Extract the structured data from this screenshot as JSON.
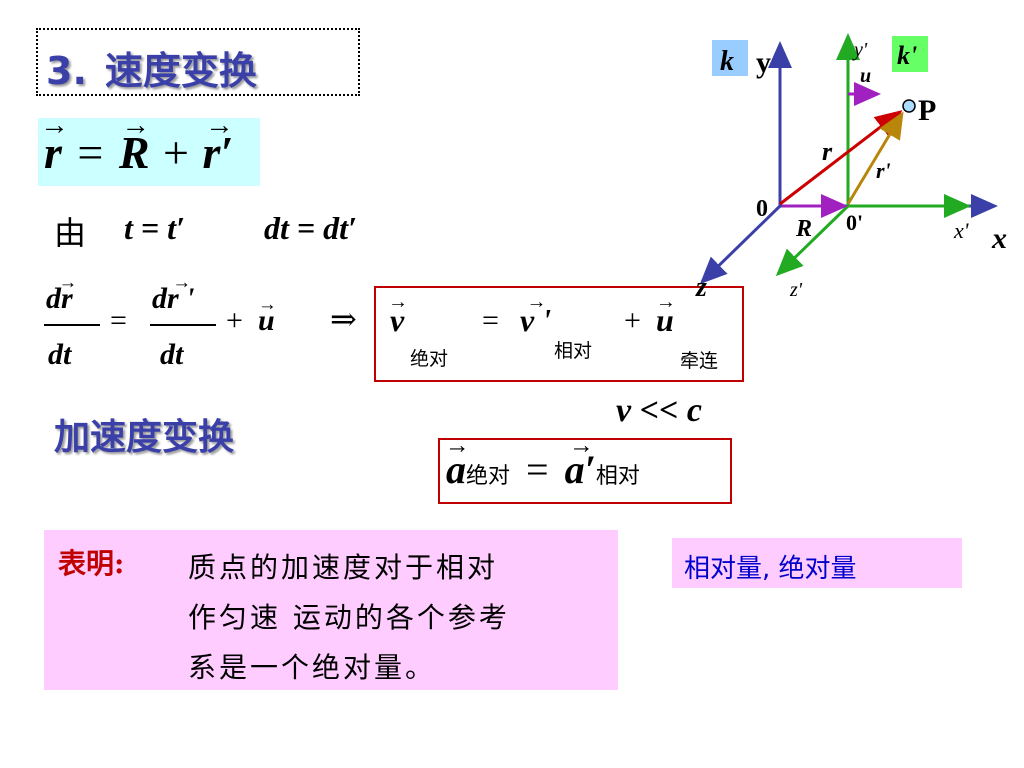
{
  "header": {
    "number": "3.",
    "title": "速度变换"
  },
  "position_relation": {
    "r": "r",
    "equals": "=",
    "R": "R",
    "plus": "+",
    "r_prime": "r′"
  },
  "time_relation": {
    "from": "由",
    "time_eq": "t = t′",
    "dt_eq": "dt = dt′"
  },
  "velocity_relation": {
    "d": "d",
    "r": "r",
    "r_prime": "r '",
    "dt": "dt",
    "equals": "=",
    "plus": "+",
    "u": "u",
    "implies": "⇒",
    "v": "v",
    "v_prime": "v '",
    "absolute": "绝对",
    "relative": "相对",
    "convected": "牵连"
  },
  "condition": "v << c",
  "acceleration": {
    "title": "加速度变换",
    "a": "a",
    "a_prime": "a′",
    "absolute": "绝对",
    "relative": "相对",
    "equals": "="
  },
  "note": {
    "label": "表明:",
    "lines": [
      "质点的加速度对于相对",
      "作匀速 运动的各个参考",
      "系是一个绝对量。"
    ]
  },
  "relative_absolute_label": "相对量, 绝对量",
  "diagram": {
    "frame_k": "k",
    "frame_k_prime": "k'",
    "y": "y",
    "y_prime": "y'",
    "x": "x",
    "x_prime": "x'",
    "z": "z",
    "z_prime": "z'",
    "origin": "0",
    "origin_prime": "0'",
    "point": "P",
    "r": "r",
    "r_prime": "r'",
    "R": "R",
    "u": "u",
    "colors": {
      "k_axes": "#3a40a8",
      "k_prime_axes": "#22aa22",
      "r_vector": "#cc0000",
      "r_prime_vector": "#b8860b",
      "R_u_vector": "#a020c0",
      "k_label_bg": "#99ccff",
      "k_prime_label_bg": "#66ff66"
    }
  }
}
